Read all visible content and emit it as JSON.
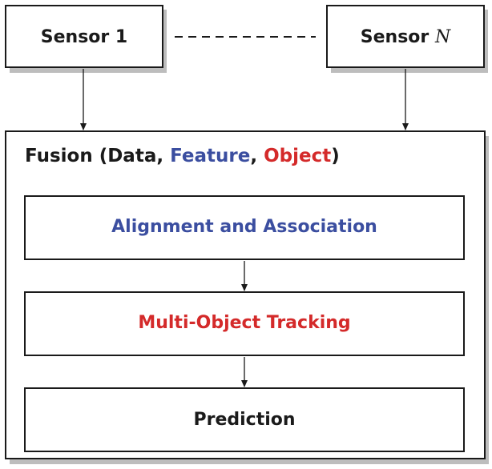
{
  "sensors": {
    "first": "Sensor 1",
    "last_prefix": "Sensor",
    "last_symbol": "N"
  },
  "fusion": {
    "prefix": "Fusion (",
    "data": "Data",
    "sep1": ", ",
    "feature": "Feature",
    "sep2": ", ",
    "object": "Object",
    "suffix": ")"
  },
  "stages": {
    "alignment": "Alignment and Association",
    "tracking": "Multi-Object Tracking",
    "prediction": "Prediction"
  },
  "colors": {
    "feature": "#3b4ea0",
    "object": "#d42a2a",
    "border": "#1a1a1a"
  }
}
